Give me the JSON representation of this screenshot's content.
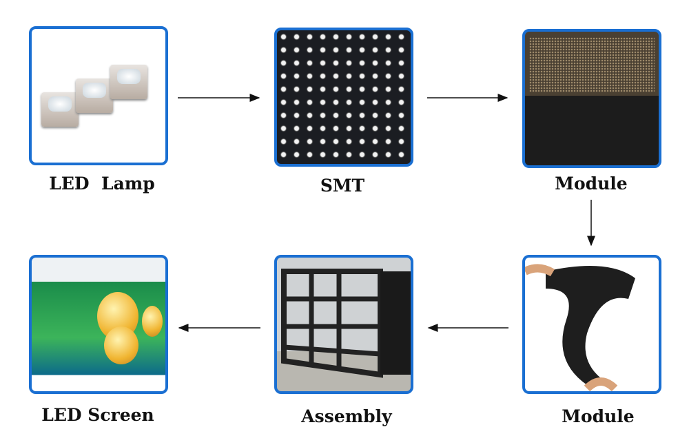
{
  "diagram": {
    "title": "LED screen production flow",
    "steps": [
      {
        "label": "LED  Lamp"
      },
      {
        "label": "SMT"
      },
      {
        "label": "Module"
      },
      {
        "label": "Module"
      },
      {
        "label": "Assembly"
      },
      {
        "label": "LED Screen"
      }
    ],
    "colors": {
      "border": "#1a6fd2",
      "arrow": "#111111"
    }
  }
}
